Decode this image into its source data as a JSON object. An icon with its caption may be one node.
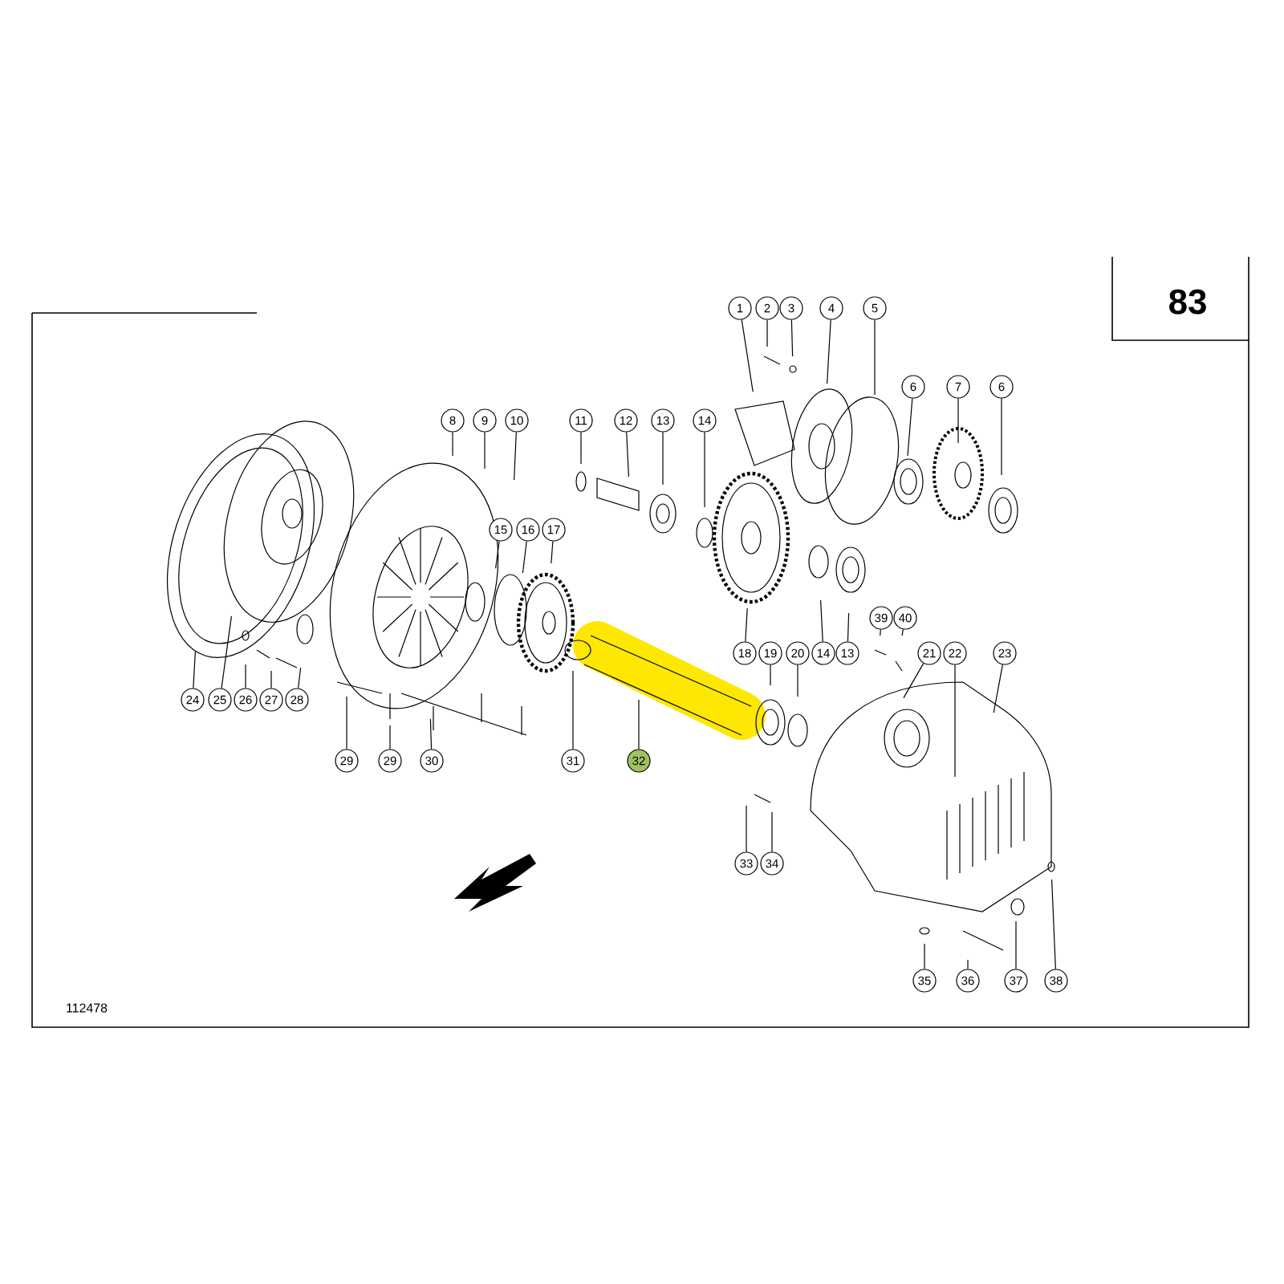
{
  "diagram": {
    "nodes": [
      {
        "text": [
          "1"
        ]
      },
      {
        "text": [
          "2"
        ]
      },
      {
        "text": [
          "3"
        ]
      },
      {
        "text": [
          "4"
        ]
      },
      {
        "text": [
          "5"
        ]
      },
      {
        "text": [
          "6"
        ]
      },
      {
        "text": [
          "7"
        ]
      },
      {
        "text": [
          "6"
        ]
      },
      {
        "text": [
          "8"
        ]
      },
      {
        "text": [
          "9"
        ]
      },
      {
        "text": [
          "10"
        ]
      },
      {
        "text": [
          "11"
        ]
      },
      {
        "text": [
          "12"
        ]
      },
      {
        "text": [
          "13"
        ]
      },
      {
        "text": [
          "14"
        ]
      },
      {
        "text": [
          "15"
        ]
      },
      {
        "text": [
          "16"
        ]
      },
      {
        "text": [
          "17"
        ]
      },
      {
        "text": [
          "39"
        ]
      },
      {
        "text": [
          "40"
        ]
      },
      {
        "text": [
          "18"
        ]
      },
      {
        "text": [
          "19"
        ]
      },
      {
        "text": [
          "20"
        ]
      },
      {
        "text": [
          "14"
        ]
      },
      {
        "text": [
          "13"
        ]
      },
      {
        "text": [
          "21"
        ]
      },
      {
        "text": [
          "22"
        ]
      },
      {
        "text": [
          "23"
        ]
      },
      {
        "text": [
          "24"
        ]
      },
      {
        "text": [
          "25"
        ]
      },
      {
        "text": [
          "26"
        ]
      },
      {
        "text": [
          "27"
        ]
      },
      {
        "text": [
          "28"
        ]
      },
      {
        "text": [
          "29"
        ]
      },
      {
        "text": [
          "29"
        ]
      },
      {
        "text": [
          "30"
        ]
      },
      {
        "text": [
          "31"
        ]
      },
      {
        "text": [
          "32"
        ]
      },
      {
        "text": [
          "33"
        ]
      },
      {
        "text": [
          "34"
        ]
      },
      {
        "text": [
          "35"
        ]
      },
      {
        "text": [
          "36"
        ]
      },
      {
        "text": [
          "37"
        ]
      },
      {
        "text": [
          "38"
        ]
      }
    ],
    "edges": [
      {
        "from": 0,
        "to": null,
        "arrow": "none"
      },
      {
        "from": 1,
        "to": null,
        "arrow": "none"
      },
      {
        "from": 2,
        "to": null,
        "arrow": "none"
      },
      {
        "from": 3,
        "to": null,
        "arrow": "none"
      },
      {
        "from": 4,
        "to": null,
        "arrow": "none"
      },
      {
        "from": 5,
        "to": null,
        "arrow": "none"
      },
      {
        "from": 6,
        "to": null,
        "arrow": "none"
      },
      {
        "from": 7,
        "to": null,
        "arrow": "none"
      },
      {
        "from": 8,
        "to": null,
        "arrow": "none"
      },
      {
        "from": 9,
        "to": null,
        "arrow": "none"
      },
      {
        "from": 10,
        "to": null,
        "arrow": "none"
      },
      {
        "from": 11,
        "to": null,
        "arrow": "none"
      },
      {
        "from": 12,
        "to": null,
        "arrow": "none"
      },
      {
        "from": 13,
        "to": null,
        "arrow": "none"
      },
      {
        "from": 14,
        "to": null,
        "arrow": "none"
      },
      {
        "from": 15,
        "to": null,
        "arrow": "none"
      },
      {
        "from": 16,
        "to": null,
        "arrow": "none"
      },
      {
        "from": 17,
        "to": null,
        "arrow": "none"
      },
      {
        "from": 18,
        "to": null,
        "arrow": "none"
      },
      {
        "from": 19,
        "to": null,
        "arrow": "none"
      },
      {
        "from": 20,
        "to": null,
        "arrow": "none"
      },
      {
        "from": 21,
        "to": null,
        "arrow": "none"
      },
      {
        "from": 22,
        "to": null,
        "arrow": "none"
      },
      {
        "from": 23,
        "to": null,
        "arrow": "none"
      },
      {
        "from": 24,
        "to": null,
        "arrow": "none"
      },
      {
        "from": 25,
        "to": null,
        "arrow": "none"
      },
      {
        "from": 26,
        "to": null,
        "arrow": "none"
      },
      {
        "from": 27,
        "to": null,
        "arrow": "none"
      },
      {
        "from": 28,
        "to": null,
        "arrow": "none"
      },
      {
        "from": 29,
        "to": null,
        "arrow": "none"
      },
      {
        "from": 30,
        "to": null,
        "arrow": "none"
      },
      {
        "from": 31,
        "to": null,
        "arrow": "none"
      },
      {
        "from": 32,
        "to": null,
        "arrow": "none"
      },
      {
        "from": 33,
        "to": null,
        "arrow": "none"
      },
      {
        "from": 34,
        "to": null,
        "arrow": "none"
      },
      {
        "from": 35,
        "to": null,
        "arrow": "none"
      },
      {
        "from": 36,
        "to": null,
        "arrow": "none"
      },
      {
        "from": 37,
        "to": null,
        "arrow": "none"
      },
      {
        "from": 38,
        "to": null,
        "arrow": "none"
      },
      {
        "from": 39,
        "to": null,
        "arrow": "none"
      },
      {
        "from": 40,
        "to": null,
        "arrow": "none"
      },
      {
        "from": 41,
        "to": null,
        "arrow": "none"
      },
      {
        "from": 42,
        "to": null,
        "arrow": "none"
      },
      {
        "from": 43,
        "to": null,
        "arrow": "none"
      }
    ],
    "labels": [
      "83",
      "112478"
    ]
  }
}
